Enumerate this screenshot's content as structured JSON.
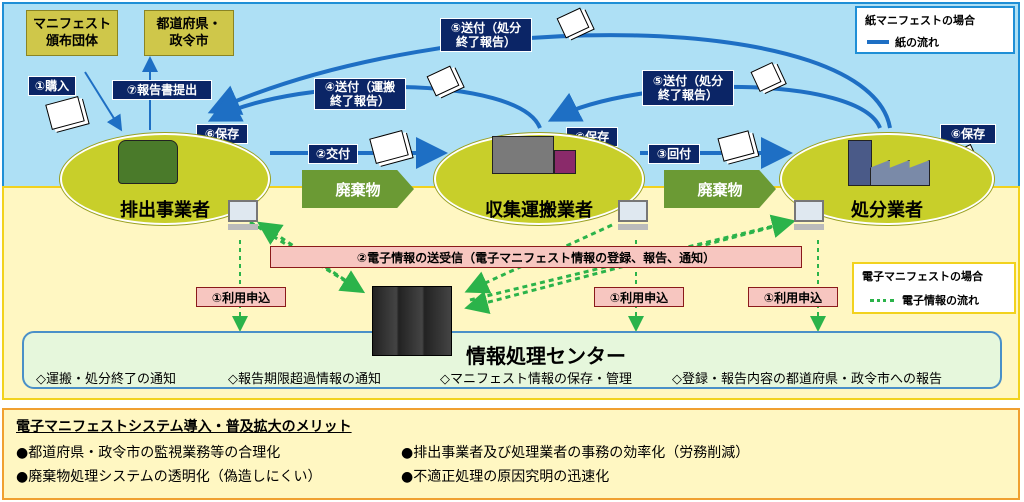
{
  "top_boxes": {
    "manifest_org": "マニフェスト\n頒布団体",
    "prefecture": "都道府県・\n政令市"
  },
  "labels": {
    "purchase": "①購入",
    "report_submit": "⑦報告書提出",
    "save": "⑥保存",
    "deliver": "②交付",
    "return_send": "③回付",
    "send_transport": "④送付（運搬\n終了報告）",
    "send_disposal_top": "⑤送付（処分\n終了報告）",
    "send_disposal_mid": "⑤送付（処分\n終了報告）",
    "waste": "廃棄物",
    "use_application": "①利用申込"
  },
  "actors": {
    "generator": "排出事業者",
    "collector": "収集運搬業者",
    "disposer": "処分業者"
  },
  "legend_paper": {
    "title": "紙マニフェストの場合",
    "flow": "紙の流れ"
  },
  "legend_electronic": {
    "title": "電子マニフェストの場合",
    "flow": "電子情報の流れ"
  },
  "electronic_exchange": "②電子情報の送受信（電子マニフェスト情報の登録、報告、通知）",
  "center": {
    "title": "情報処理センター",
    "items": [
      "◇運搬・処分終了の通知",
      "◇報告期限超過情報の通知",
      "◇マニフェスト情報の保存・管理",
      "◇登録・報告内容の都道府県・政令市への報告"
    ]
  },
  "benefits": {
    "title": "電子マニフェストシステム導入・普及拡大のメリット",
    "items": [
      "●都道府県・政令市の監視業務等の合理化",
      "●排出事業者及び処理業者の事務の効率化（労務削減）",
      "●廃棄物処理システムの透明化（偽造しにくい）",
      "●不適正処理の原因究明の迅速化"
    ]
  },
  "colors": {
    "paper_flow": "#1e6fc4",
    "electronic_flow": "#2bb34a",
    "navy": "#0b2566",
    "olive": "#cfc74a"
  }
}
